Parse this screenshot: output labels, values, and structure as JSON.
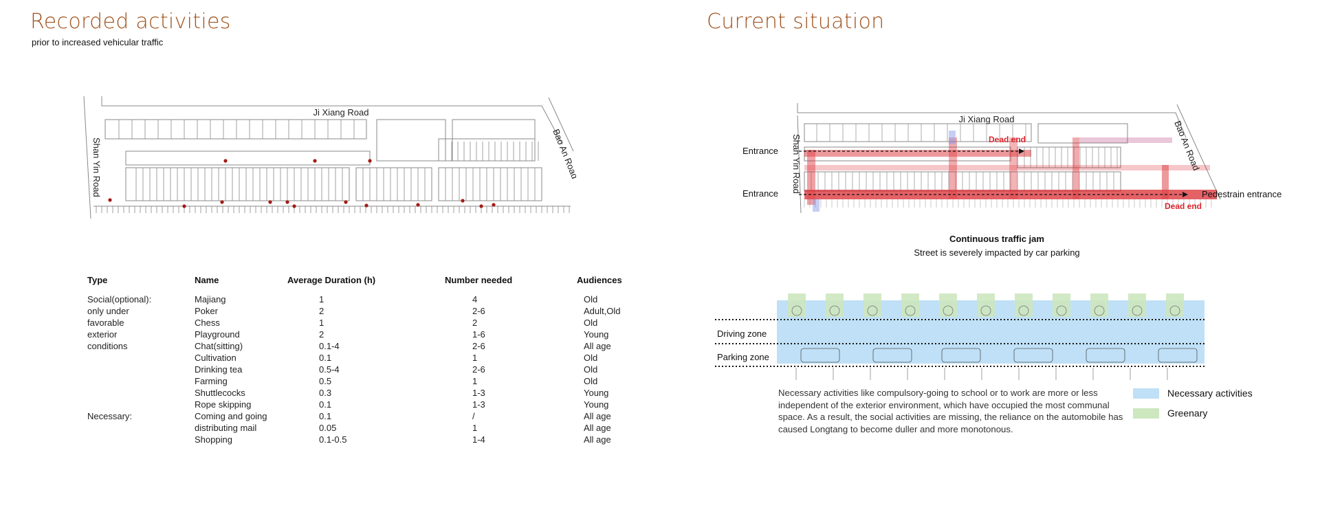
{
  "left": {
    "title": "Recorded activities",
    "subtitle": "prior to increased vehicular traffic",
    "map": {
      "road_top": "Ji Xiang Road",
      "road_left": "Shan Yin Road",
      "road_right": "Bao An Road",
      "activity_dot_color": "#a31a14"
    },
    "table": {
      "headers": [
        "Type",
        "Name",
        "Average Duration (h)",
        "Number needed",
        "Audiences"
      ],
      "rows": [
        {
          "type": "Social(optional):",
          "name": "Majiang",
          "dur": "1",
          "num": "4",
          "aud": "Old"
        },
        {
          "type": "only under",
          "name": "Poker",
          "dur": "2",
          "num": "2-6",
          "aud": "Adult,Old"
        },
        {
          "type": "favorable",
          "name": "Chess",
          "dur": "1",
          "num": "2",
          "aud": "Old"
        },
        {
          "type": "exterior",
          "name": "Playground",
          "dur": "2",
          "num": "1-6",
          "aud": "Young"
        },
        {
          "type": "conditions",
          "name": "Chat(sitting)",
          "dur": "0.1-4",
          "num": "2-6",
          "aud": "All age"
        },
        {
          "type": "",
          "name": "Cultivation",
          "dur": "0.1",
          "num": "1",
          "aud": "Old"
        },
        {
          "type": "",
          "name": "Drinking tea",
          "dur": "0.5-4",
          "num": "2-6",
          "aud": "Old"
        },
        {
          "type": "",
          "name": "Farming",
          "dur": "0.5",
          "num": "1",
          "aud": "Old"
        },
        {
          "type": "",
          "name": "Shuttlecocks",
          "dur": "0.3",
          "num": "1-3",
          "aud": "Young"
        },
        {
          "type": "",
          "name": "Rope skipping",
          "dur": "0.1",
          "num": "1-3",
          "aud": "Young"
        },
        {
          "type": "Necessary:",
          "name": "Coming and going",
          "dur": "0.1",
          "num": "/",
          "aud": "All age"
        },
        {
          "type": "",
          "name": "distributing mail",
          "dur": "0.05",
          "num": "1",
          "aud": "All age"
        },
        {
          "type": "",
          "name": "Shopping",
          "dur": "0.1-0.5",
          "num": "1-4",
          "aud": "All age"
        }
      ]
    }
  },
  "right": {
    "title": "Current situation",
    "map": {
      "road_top": "Ji Xiang Road",
      "road_left": "Shan Yin Road",
      "road_right": "Bao An Road",
      "entrance_1": "Entrance",
      "entrance_2": "Entrance",
      "dead_end_1": "Dead end",
      "dead_end_2": "Dead end",
      "pedestrian_entrance": "Pedestrain entrance",
      "caption_1": "Continuous traffic jam",
      "caption_2": "Street is severely impacted by car parking",
      "traffic_color": "#d9262c"
    },
    "section": {
      "driving_zone": "Driving zone",
      "parking_zone": "Parking zone"
    },
    "paragraph": "Necessary activities like compulsory-going to school or to work are more or less independent of the exterior environment, which have occupied the most communal space. As a result, the social activities are missing, the reliance on the automobile has caused Longtang to become duller and more monotonous.",
    "legend": [
      {
        "label": "Necessary activities",
        "color": "#bfe0f6"
      },
      {
        "label": "Greenary",
        "color": "#cde7bf"
      }
    ],
    "accent": "#a0521d"
  }
}
